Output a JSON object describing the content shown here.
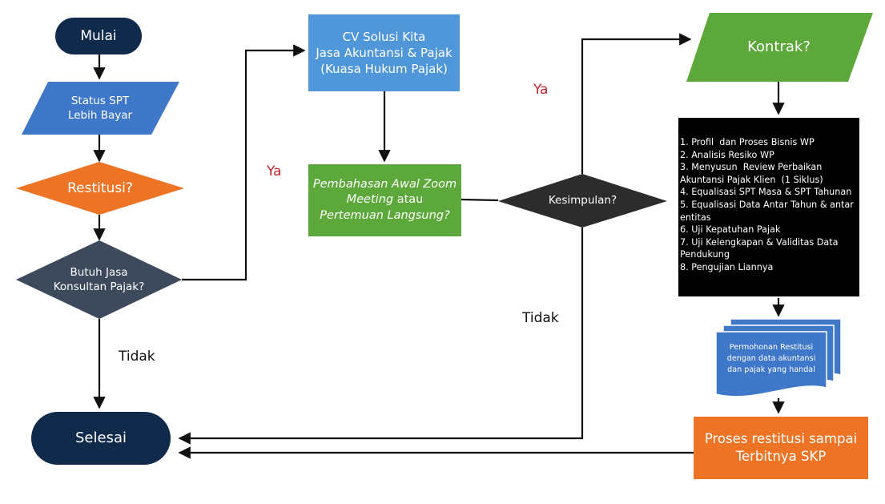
{
  "nodes": {
    "mulai": "Mulai",
    "status_spt": [
      "Status SPT",
      "Lebih Bayar"
    ],
    "restitusi": "Restitusi?",
    "butuh_jasa": [
      "Butuh Jasa",
      "Konsultan Pajak?"
    ],
    "selesai": "Selesai",
    "cv_solusi": [
      "CV Solusi Kita",
      "Jasa Akuntansi & Pajak",
      "(Kuasa Hukum Pajak)"
    ],
    "pembahasan": {
      "line1": "Pembahasan Awal Zoom",
      "line2_italic": "Meeting",
      "line2_rest": " atau",
      "line3": "Pertemuan Langsung?"
    },
    "kesimpulan": "Kesimpulan?",
    "kontrak": "Kontrak?",
    "steps": [
      "1. Profil  dan Proses Bisnis WP",
      "2. Analisis Resiko WP",
      "3. Menyusun  Review Perbaikan Akuntansi Pajak Klien  (1 Siklus)",
      "4. Equalisasi SPT Masa & SPT Tahunan",
      "5. Equalisasi Data Antar Tahun & antar entitas",
      "6. Uji Kepatuhan Pajak",
      "7. Uji Kelengkapan & Validitas Data Pendukung",
      "8. Pengujian Liannya"
    ],
    "permohonan": [
      "Permohonan Restitusi",
      "dengan data akuntansi",
      "dan pajak yang handal"
    ],
    "proses": [
      "Proses restitusi sampai",
      "Terbitnya SKP"
    ]
  },
  "edge_labels": {
    "ya_butuh": "Ya",
    "ya_kesimpulan": "Ya",
    "tidak_butuh": "Tidak",
    "tidak_kesimpulan": "Tidak"
  },
  "colors": {
    "navy": "#102a4c",
    "blue": "#3f78c8",
    "light_blue": "#4f97d8",
    "orange": "#ed7424",
    "slate": "#3c4a5c",
    "green": "#5da83b",
    "dark": "#2c2c2c",
    "black": "#000000",
    "red_text": "#c0272d"
  }
}
